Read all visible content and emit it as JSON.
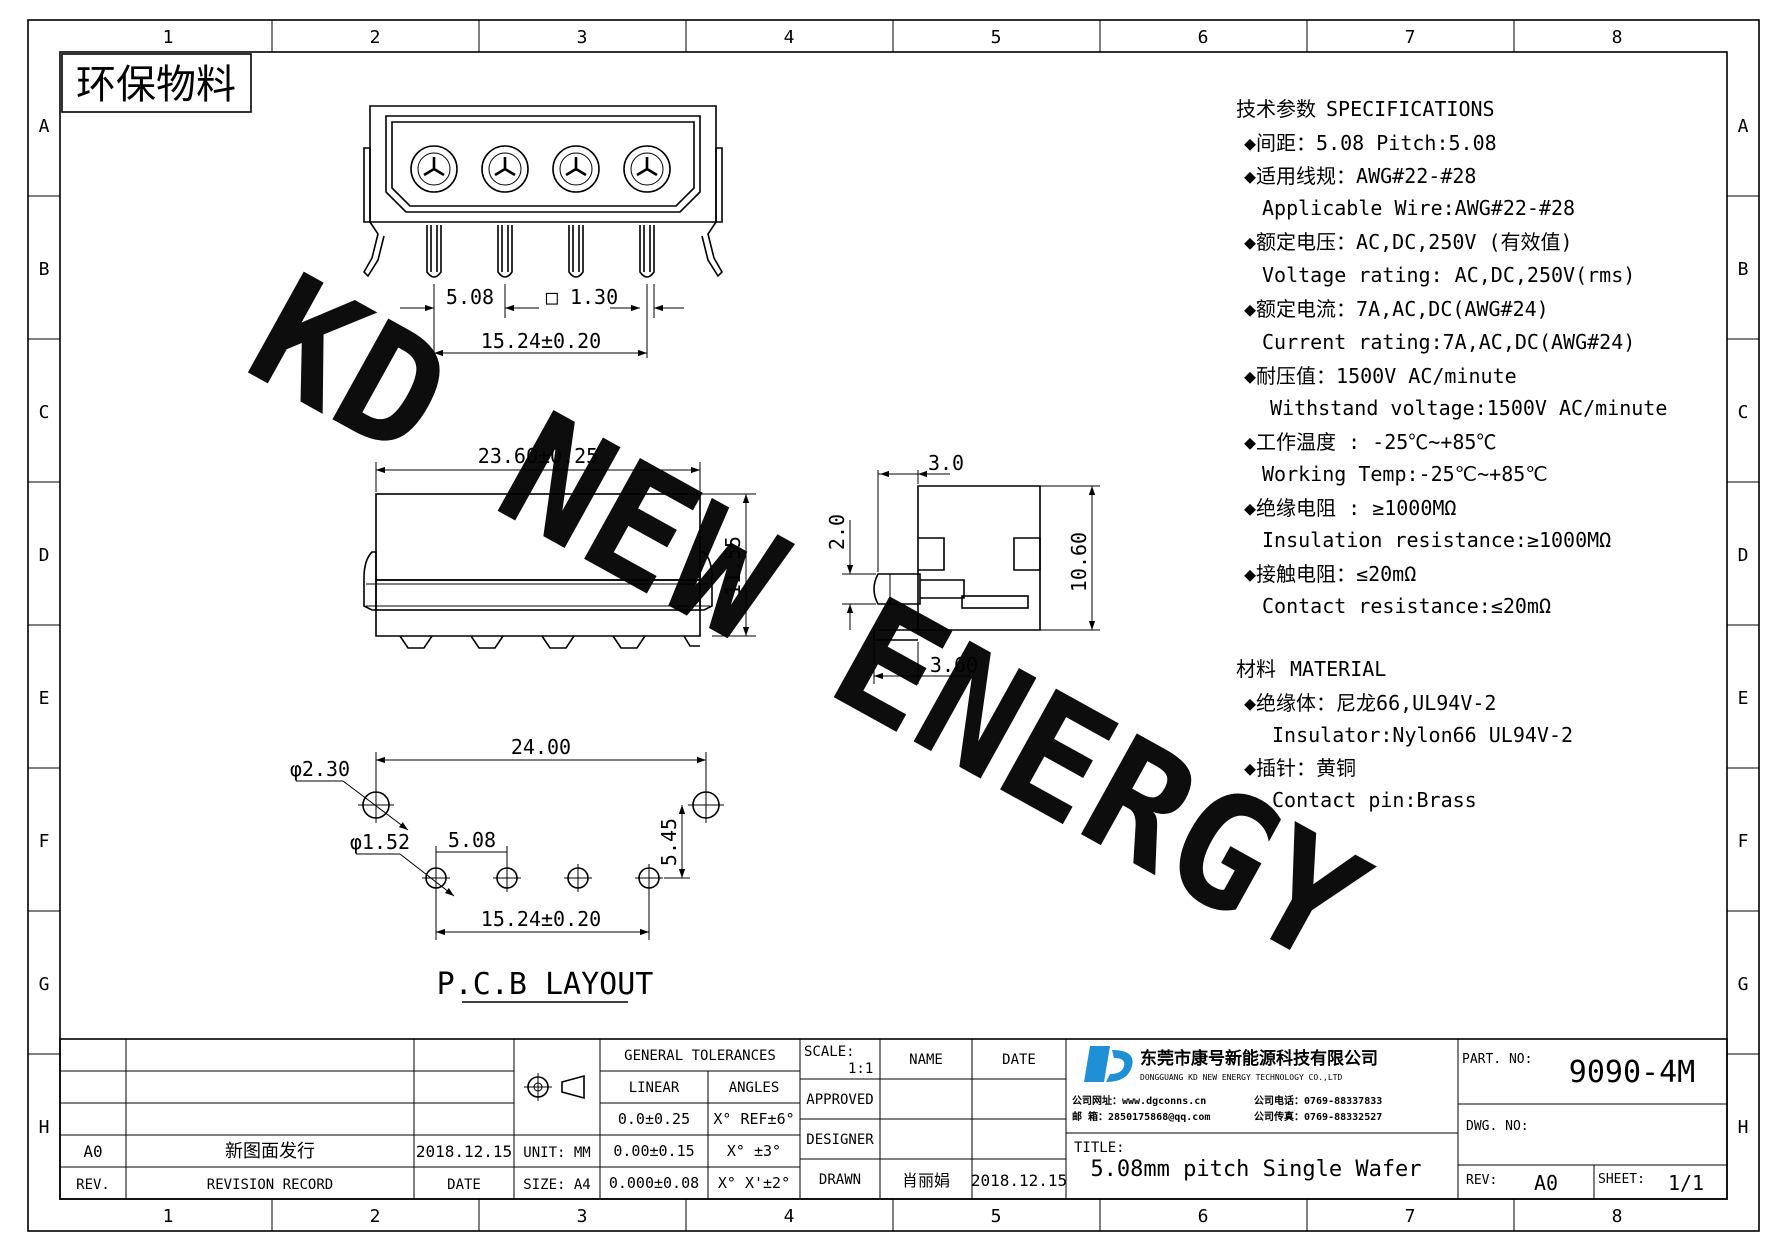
{
  "frame": {
    "column_labels": [
      "1",
      "2",
      "3",
      "4",
      "5",
      "6",
      "7",
      "8"
    ],
    "row_labels": [
      "A",
      "B",
      "C",
      "D",
      "E",
      "F",
      "G",
      "H"
    ]
  },
  "eco_label": "环保物料",
  "watermark": "KD NEW ENERGY",
  "watermark_color": "#4ee8f0",
  "specifications": {
    "heading_cn": "技术参数",
    "heading_en": "SPECIFICATIONS",
    "lines": [
      "◆间距：5.08       Pitch:5.08",
      "◆适用线规：AWG#22-#28",
      "Applicable Wire:AWG#22-#28",
      "◆额定电压：AC,DC,250V (有效值)",
      "Voltage rating: AC,DC,250V(rms)",
      "◆额定电流：7A,AC,DC(AWG#24)",
      "Current rating:7A,AC,DC(AWG#24)",
      "◆耐压值：1500V AC/minute",
      "Withstand voltage:1500V AC/minute",
      "◆工作温度 : -25℃~+85℃",
      "Working Temp:-25℃~+85℃",
      "◆绝缘电阻 : ≥1000MΩ",
      "Insulation resistance:≥1000MΩ",
      "◆接触电阻：≤20mΩ",
      "Contact resistance:≤20mΩ"
    ]
  },
  "material": {
    "heading_cn": "材料",
    "heading_en": "MATERIAL",
    "lines": [
      "◆绝缘体：尼龙66,UL94V-2",
      "Insulator:Nylon66 UL94V-2",
      "◆插针：黄铜",
      "Contact pin:Brass"
    ]
  },
  "dimensions": {
    "top_pitch": "5.08",
    "top_pin": "□ 1.30",
    "top_span": "15.24±0.20",
    "front_width": "23.60±0.25",
    "front_height": "11.55",
    "side_top": "3.0",
    "side_left": "2.0",
    "side_height": "10.60",
    "side_bottom": "3.60",
    "pcb_mount_hole": "φ2.30",
    "pcb_mount_span": "24.00",
    "pcb_pin_hole": "φ1.52",
    "pcb_pitch": "5.08",
    "pcb_offset": "5.45",
    "pcb_span": "15.24±0.20"
  },
  "pcb_layout_label": "P.C.B LAYOUT",
  "title_block": {
    "tolerances_header": "GENERAL TOLERANCES",
    "linear_label": "LINEAR",
    "angles_label": "ANGLES",
    "linear_values": [
      "0.0±0.25",
      "0.00±0.15",
      "0.000±0.08"
    ],
    "angle_values": [
      "X° REF±6°",
      "X° ±3°",
      "X° X'±2°"
    ],
    "unit": "UNIT: MM",
    "size": "SIZE: A4",
    "scale_label": "SCALE:",
    "scale_value": "1:1",
    "approved_label": "APPROVED",
    "designer_label": "DESIGNER",
    "drawn_label": "DRAWN",
    "name_header": "NAME",
    "date_header": "DATE",
    "drawn_name": "肖丽娟",
    "drawn_date": "2018.12.15",
    "revision": {
      "rev": "A0",
      "record": "新图面发行",
      "date": "2018.12.15",
      "rev_header": "REV.",
      "record_header": "REVISION RECORD",
      "date_header": "DATE"
    },
    "company_cn": "东莞市康号新能源科技有限公司",
    "company_en": "DONGGUANG KD NEW ENERGY TECHNOLOGY CO.,LTD",
    "contact_1a": "公司网址：www.dgconns.cn",
    "contact_1b": "公司电话：0769-88337833",
    "contact_2a": "邮    箱：2850175868@qq.com",
    "contact_2b": "公司传真：0769-88332527",
    "title_label": "TITLE:",
    "title": "5.08mm pitch Single Wafer",
    "part_no_label": "PART. NO:",
    "part_no": "9090-4M",
    "dwg_no_label": "DWG. NO:",
    "rev_label": "REV:",
    "rev_value": "A0",
    "sheet_label": "SHEET:",
    "sheet_value": "1/1",
    "logo_color": "#1f8fd6"
  }
}
